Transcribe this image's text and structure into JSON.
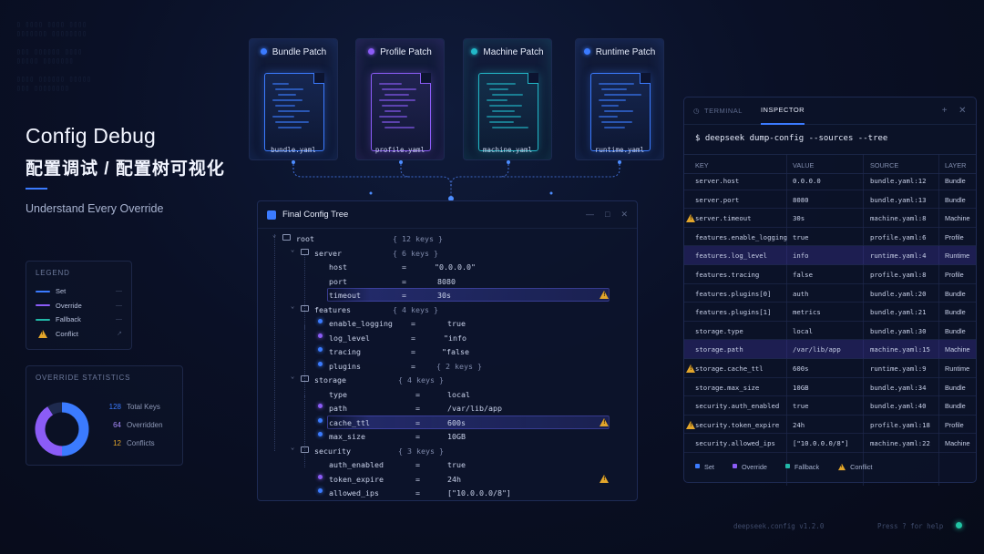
{
  "hero": {
    "title": "Config Debug",
    "subtitle_cn": "配置调试 / 配置树可视化",
    "tagline": "Understand Every Override"
  },
  "legend": {
    "heading": "LEGEND",
    "items": [
      {
        "label": "Set",
        "color": "#3b7bff",
        "dash": "—"
      },
      {
        "label": "Override",
        "color": "#8b5cf6",
        "dash": "—"
      },
      {
        "label": "Fallback",
        "color": "#22b8a8",
        "dash": "—"
      },
      {
        "label": "Conflict",
        "color": "#e3a62b",
        "dash": "↗"
      }
    ]
  },
  "stats": {
    "heading": "OVERRIDE STATISTICS",
    "rows": [
      {
        "value": "128",
        "label": "Total Keys",
        "color": "#3b7bff"
      },
      {
        "value": "64",
        "label": "Overridden",
        "color": "#a78bfa"
      },
      {
        "value": "12",
        "label": "Conflicts",
        "color": "#e3a62b"
      }
    ],
    "donut_fractions": {
      "set": 0.5,
      "override": 0.41,
      "fallback": 0.09
    }
  },
  "patches": [
    {
      "title": "Bundle Patch",
      "file": "bundle.yaml",
      "color": "#3b7bff"
    },
    {
      "title": "Profile Patch",
      "file": "profile.yaml",
      "color": "#8b5cf6"
    },
    {
      "title": "Machine Patch",
      "file": "machine.yaml",
      "color": "#22b8c8"
    },
    {
      "title": "Runtime Patch",
      "file": "runtime.yaml",
      "color": "#3b7bff"
    }
  ],
  "tree": {
    "title": "Final Config Tree",
    "rows": [
      {
        "key": "root",
        "eq": "",
        "value": "{ 12 keys }"
      },
      {
        "key": "server",
        "eq": "",
        "value": "{ 6 keys }"
      },
      {
        "key": "host",
        "eq": "=",
        "value": "\"0.0.0.0\""
      },
      {
        "key": "port",
        "eq": "=",
        "value": "8080"
      },
      {
        "key": "timeout",
        "eq": "=",
        "value": "30s"
      },
      {
        "key": "features",
        "eq": "",
        "value": "{ 4 keys }"
      },
      {
        "key": "enable_logging",
        "eq": "=",
        "value": "true"
      },
      {
        "key": "log_level",
        "eq": "=",
        "value": "\"info"
      },
      {
        "key": "tracing",
        "eq": "=",
        "value": "\"false"
      },
      {
        "key": "plugins",
        "eq": "=",
        "value": "{ 2 keys }"
      },
      {
        "key": "storage",
        "eq": "",
        "value": "{ 4 keys }"
      },
      {
        "key": "type",
        "eq": "=",
        "value": "local"
      },
      {
        "key": "path",
        "eq": "=",
        "value": "/var/lib/app"
      },
      {
        "key": "cache_ttl",
        "eq": "=",
        "value": "600s"
      },
      {
        "key": "max_size",
        "eq": "=",
        "value": "10GB"
      },
      {
        "key": "security",
        "eq": "",
        "value": "{ 3 keys }"
      },
      {
        "key": "auth_enabled",
        "eq": "=",
        "value": "true"
      },
      {
        "key": "token_expire",
        "eq": "=",
        "value": "24h"
      },
      {
        "key": "allowed_ips",
        "eq": "=",
        "value": "[\"10.0.0.0/8\"]"
      }
    ]
  },
  "inspector": {
    "tabs": [
      "TERMINAL",
      "INSPECTOR"
    ],
    "command": "$ deepseek dump-config --sources --tree",
    "columns": [
      "KEY",
      "VALUE",
      "SOURCE",
      "LAYER"
    ],
    "rows": [
      {
        "key": "server.host",
        "value": "0.0.0.0",
        "source": "bundle.yaml:12",
        "layer": "Bundle"
      },
      {
        "key": "server.port",
        "value": "8080",
        "source": "bundle.yaml:13",
        "layer": "Bundle"
      },
      {
        "key": "server.timeout",
        "value": "30s",
        "source": "machine.yaml:8",
        "layer": "Machine"
      },
      {
        "key": "features.enable_logging",
        "value": "true",
        "source": "profile.yaml:6",
        "layer": "Profile"
      },
      {
        "key": "features.log_level",
        "value": "info",
        "source": "runtime.yaml:4",
        "layer": "Runtime"
      },
      {
        "key": "features.tracing",
        "value": "false",
        "source": "profile.yaml:8",
        "layer": "Profile"
      },
      {
        "key": "features.plugins[0]",
        "value": "auth",
        "source": "bundle.yaml:20",
        "layer": "Bundle"
      },
      {
        "key": "features.plugins[1]",
        "value": "metrics",
        "source": "bundle.yaml:21",
        "layer": "Bundle"
      },
      {
        "key": "storage.type",
        "value": "local",
        "source": "bundle.yaml:30",
        "layer": "Bundle"
      },
      {
        "key": "storage.path",
        "value": "/var/lib/app",
        "source": "machine.yaml:15",
        "layer": "Machine"
      },
      {
        "key": "storage.cache_ttl",
        "value": "600s",
        "source": "runtime.yaml:9",
        "layer": "Runtime"
      },
      {
        "key": "storage.max_size",
        "value": "10GB",
        "source": "bundle.yaml:34",
        "layer": "Bundle"
      },
      {
        "key": "security.auth_enabled",
        "value": "true",
        "source": "bundle.yaml:40",
        "layer": "Bundle"
      },
      {
        "key": "security.token_expire",
        "value": "24h",
        "source": "profile.yaml:18",
        "layer": "Profile"
      },
      {
        "key": "security.allowed_ips",
        "value": "[\"10.0.0.0/8\"]",
        "source": "machine.yaml:22",
        "layer": "Machine"
      }
    ],
    "legend": [
      {
        "label": "Set",
        "color": "#3b7bff"
      },
      {
        "label": "Override",
        "color": "#8b5cf6"
      },
      {
        "label": "Fallback",
        "color": "#22b8a8"
      },
      {
        "label": "Conflict",
        "color": "#e3a62b"
      }
    ]
  },
  "footer": {
    "version": "deepseek.config v1.2.0",
    "help": "Press ? for help"
  }
}
